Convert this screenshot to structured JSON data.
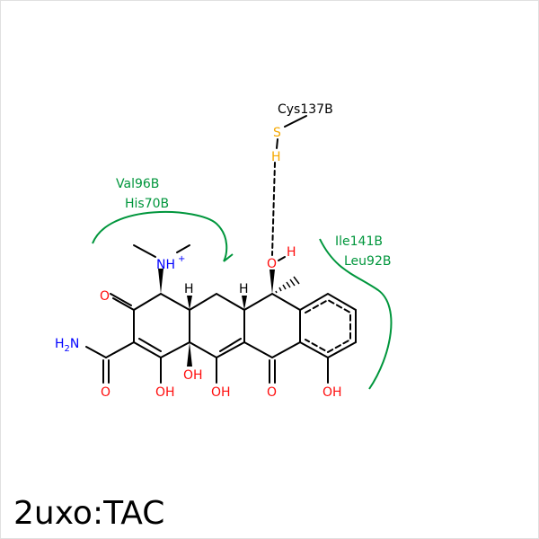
{
  "title": "2uxo:TAC",
  "residues": {
    "cys": "Cys137B",
    "val": "Val96B",
    "his": "His70B",
    "ile": "Ile141B",
    "leu": "Leu92B"
  },
  "atoms": {
    "s": "S",
    "h": "H",
    "o": "O",
    "oh": "OH",
    "nh": "NH",
    "plus": "+",
    "n": "N",
    "h2": "H",
    "sub2": "2"
  },
  "colors": {
    "oxygen": "#ff0d0d",
    "nitrogen": "#0000ff",
    "sulfur": "#f5a800",
    "hydrophobic": "#00963c"
  }
}
